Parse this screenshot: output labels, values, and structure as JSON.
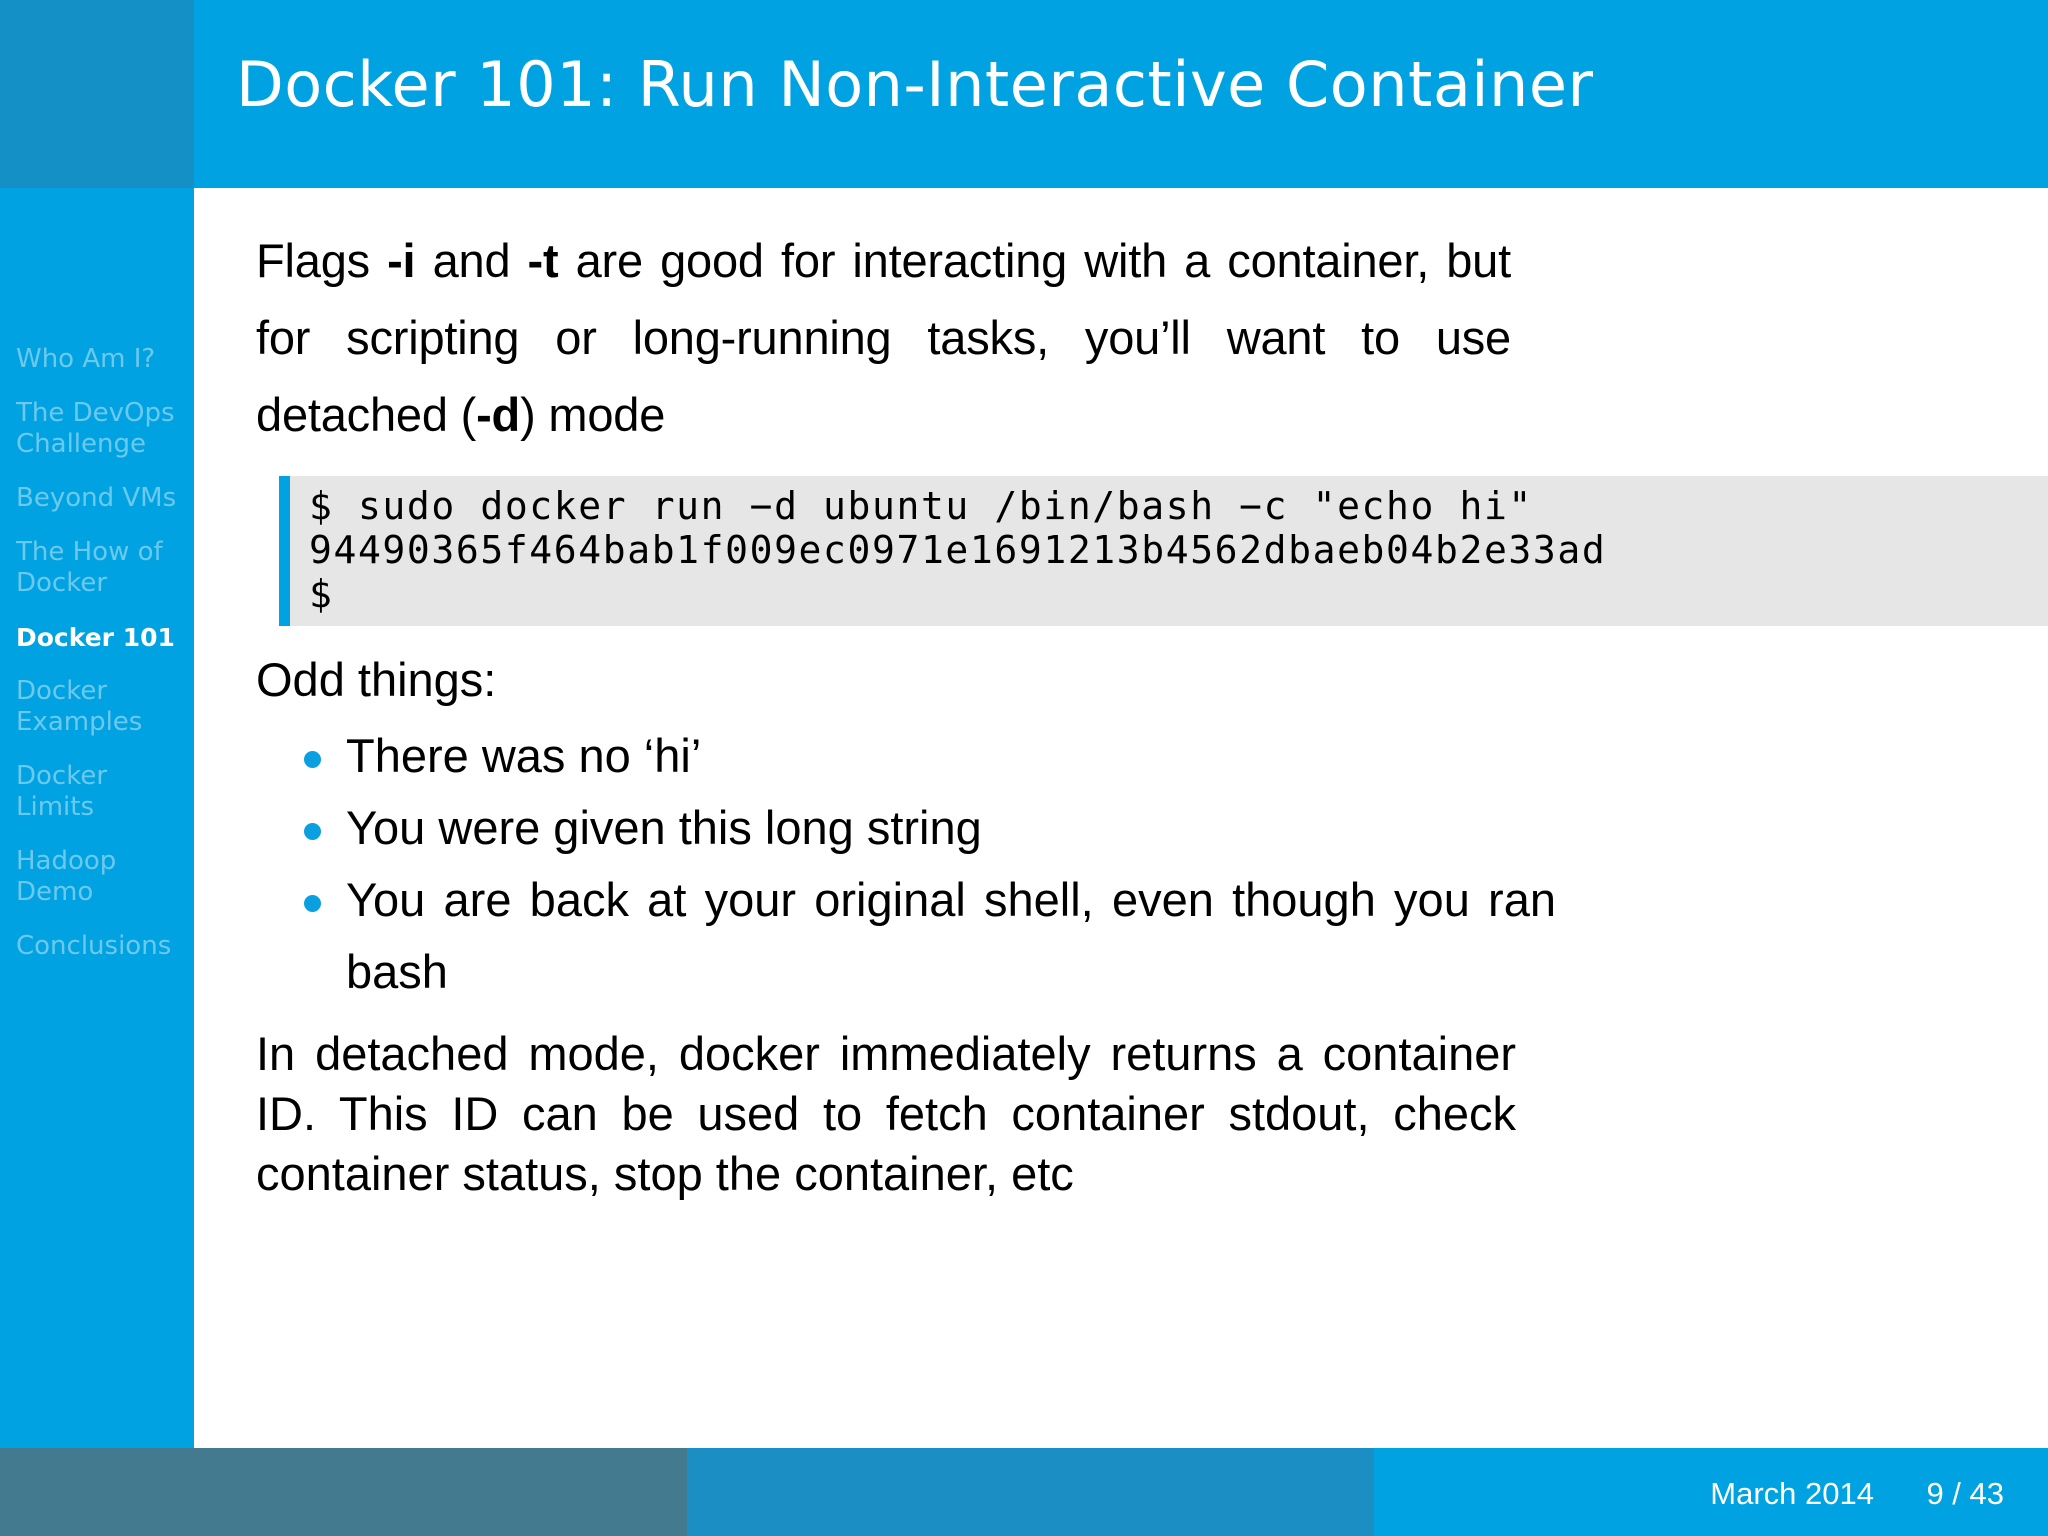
{
  "theme": {
    "accent": "#00a2e1",
    "sidebar_head": "#1490c6",
    "code_bg": "#e6e6e6",
    "code_bar": "#00a2e1",
    "bullet_color": "#0aa0e0",
    "footer_left": "#447a8f",
    "footer_mid": "#1b8fc4",
    "footer_right": "#00a2e1",
    "text": "#000000",
    "nav_inactive": "rgba(255,255,255,0.42)",
    "nav_active": "#ffffff"
  },
  "header": {
    "title": "Docker 101: Run Non-Interactive Container"
  },
  "sidebar": {
    "items": [
      {
        "label": "Who Am I?",
        "active": false
      },
      {
        "label": "The DevOps Challenge",
        "active": false
      },
      {
        "label": "Beyond VMs",
        "active": false
      },
      {
        "label": "The How of Docker",
        "active": false
      },
      {
        "label": "Docker 101",
        "active": true
      },
      {
        "label": "Docker Examples",
        "active": false
      },
      {
        "label": "Docker Limits",
        "active": false
      },
      {
        "label": "Hadoop Demo",
        "active": false
      },
      {
        "label": "Conclusions",
        "active": false
      }
    ]
  },
  "main": {
    "intro": {
      "part1": "Flags ",
      "flag_i": "-i",
      "part2": " and ",
      "flag_t": "-t",
      "part3": " are good for interacting with a container, but for scripting or long-running tasks, you’ll want to use detached (",
      "flag_d": "-d",
      "part4": ") mode"
    },
    "code": {
      "lines": [
        "$ sudo docker run −d ubuntu /bin/bash −c \"echo hi\"",
        "94490365f464bab1f009ec0971e1691213b4562dbaeb04b2e33ad",
        "$"
      ]
    },
    "subhead": "Odd things:",
    "bullets": [
      "There was no ‘hi’",
      "You were given this long string",
      "You are back at your original shell, even though you ran bash"
    ],
    "closing": "In detached mode, docker immediately returns a container ID. This ID can be used to fetch container stdout, check container status, stop the container, etc"
  },
  "footer": {
    "date": "March 2014",
    "page": "9 / 43"
  }
}
